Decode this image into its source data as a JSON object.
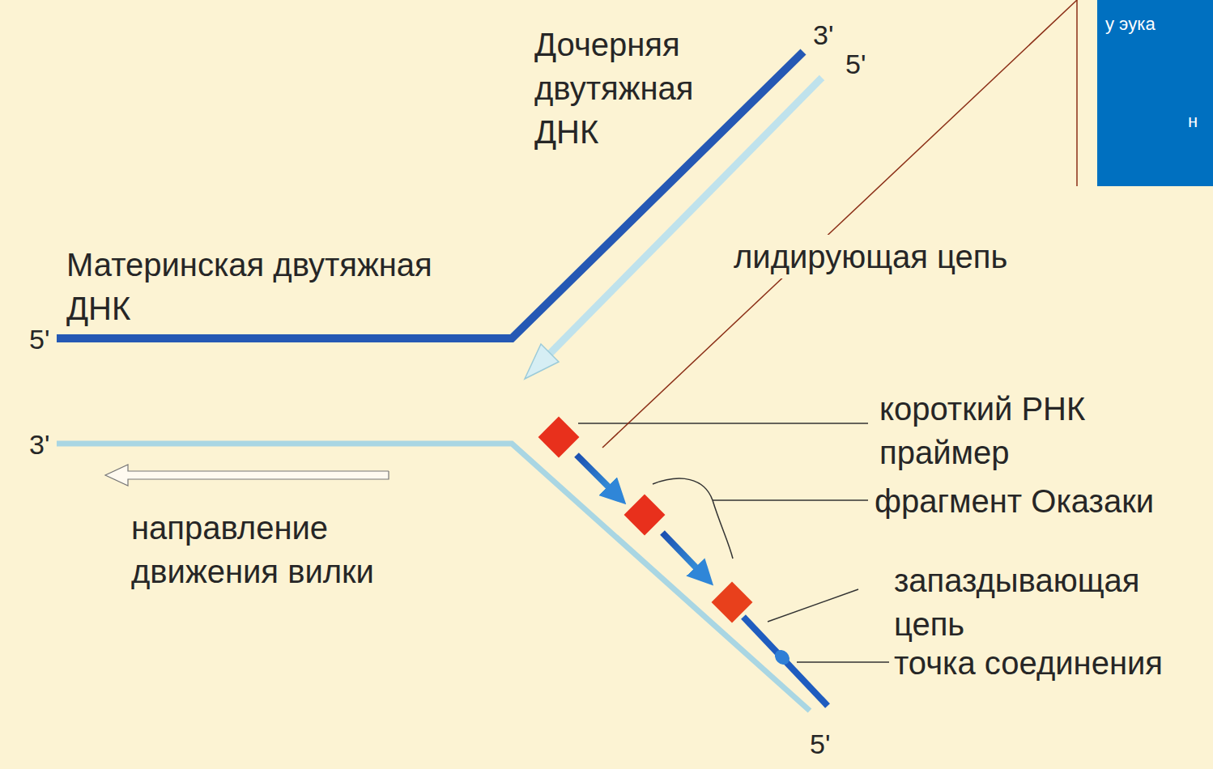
{
  "diagram": {
    "nodes": [
      {
        "text": [
          "у эука",
          "н"
        ]
      }
    ],
    "labels": [
      "Дочерняя двутяжная ДНК",
      "3'",
      "5'",
      "Материнская двутяжная ДНК",
      "5'",
      "лидирующая цепь",
      "3'",
      "направление движения вилки",
      "короткий РНК праймер",
      "фрагмент Оказаки",
      "запаздывающая цепь",
      "точка соединения",
      "5'"
    ]
  }
}
